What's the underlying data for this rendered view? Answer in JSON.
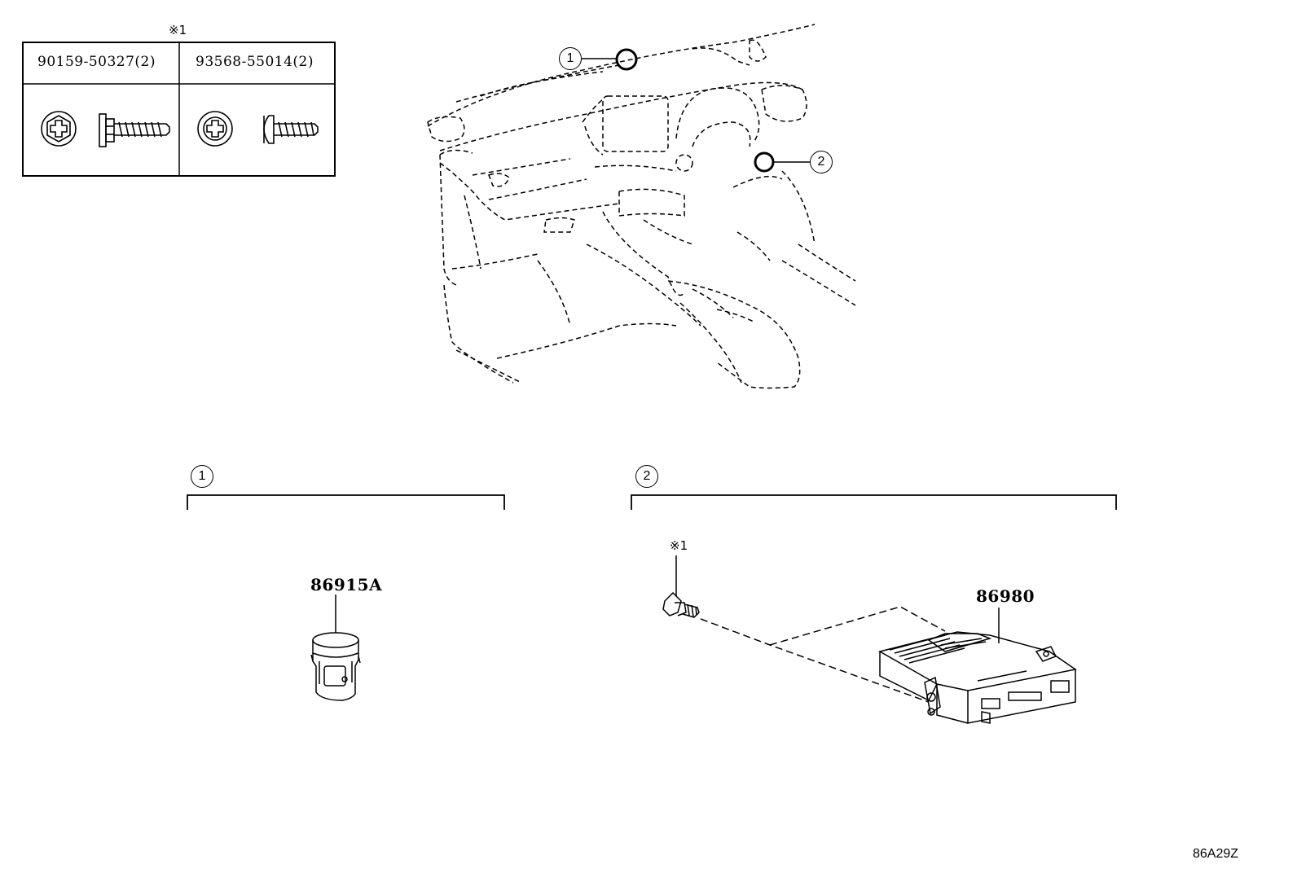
{
  "fastener_table": {
    "note_mark": "※1",
    "columns": [
      {
        "part_number": "90159-50327(2)",
        "icon": "hex-flange-screw-icon"
      },
      {
        "part_number": "93568-55014(2)",
        "icon": "pan-head-screw-icon"
      }
    ]
  },
  "callouts": {
    "location_1": "1",
    "location_2": "2"
  },
  "groups": [
    {
      "number": "1",
      "parts": [
        {
          "part_number": "86915A",
          "icon": "switch-connector-icon"
        }
      ]
    },
    {
      "number": "2",
      "note_mark": "※1",
      "parts": [
        {
          "part_number": "86980",
          "icon": "amplifier-unit-icon"
        },
        {
          "icon": "bolt-icon"
        }
      ]
    }
  ],
  "diagram_ref": "86A29Z"
}
